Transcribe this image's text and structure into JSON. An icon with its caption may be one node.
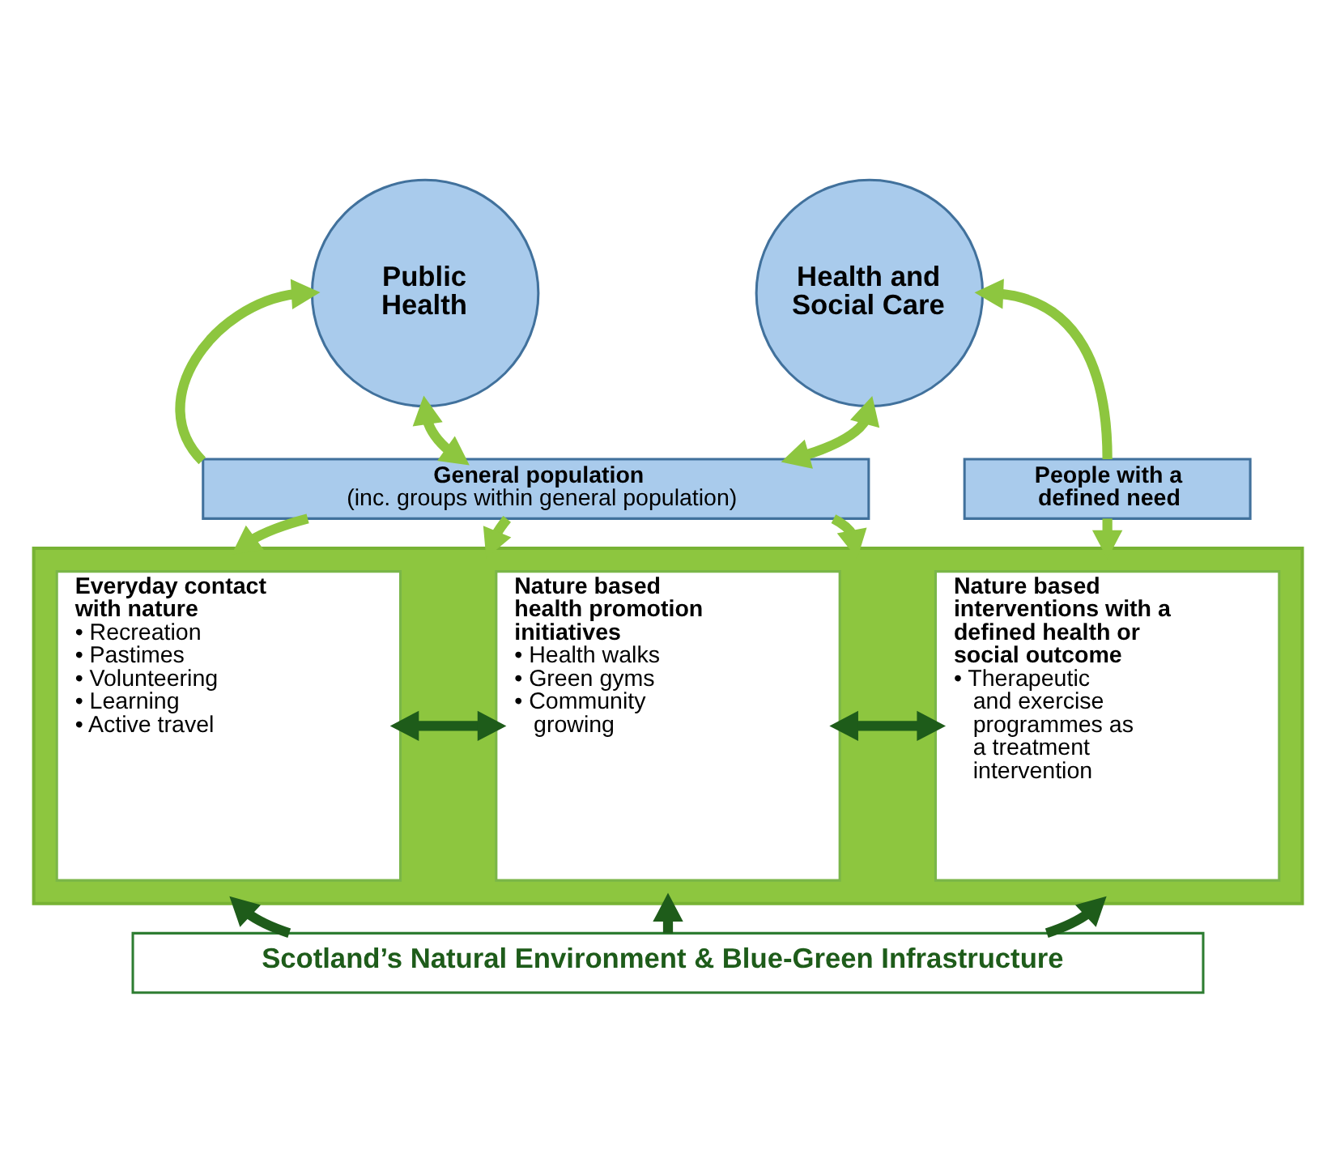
{
  "diagram": {
    "nodes": [
      {
        "text": [
          "Public Health"
        ]
      },
      {
        "text": [
          "Health and Social Care"
        ]
      },
      {
        "text": [
          "General population",
          "(inc. groups within general population)"
        ]
      },
      {
        "text": [
          "People with a defined need"
        ]
      },
      {
        "text": [],
        "shape": "box"
      },
      {
        "text": [
          "Everyday contact with nature",
          "• Recreation",
          "• Pastimes",
          "• Volunteering",
          "• Learning",
          "• Active travel"
        ],
        "in": 4
      },
      {
        "text": [
          "Nature based health promotion initiatives",
          "• Health walks",
          "• Green gyms",
          "• Community growing"
        ],
        "in": 4
      },
      {
        "text": [
          "Nature based interventions with a defined health or social outcome",
          "• Therapeutic and exercise programmes as a treatment intervention"
        ],
        "in": 4
      },
      {
        "text": [
          "Scotland’s Natural Environment & Blue-Green Infrastructure"
        ]
      }
    ],
    "edges": [
      {
        "from": 2,
        "to": 0,
        "arrow": "to"
      },
      {
        "from": 2,
        "to": 0,
        "arrow": "both"
      },
      {
        "from": 2,
        "to": 1,
        "arrow": "both"
      },
      {
        "from": 3,
        "to": 1,
        "arrow": "to"
      },
      {
        "from": 2,
        "to": 4,
        "arrow": "to"
      },
      {
        "from": 2,
        "to": 4,
        "arrow": "to"
      },
      {
        "from": 2,
        "to": 4,
        "arrow": "to"
      },
      {
        "from": 3,
        "to": 4,
        "arrow": "to"
      },
      {
        "from": 5,
        "to": 6,
        "arrow": "both",
        "color": "#1e5c1a"
      },
      {
        "from": 6,
        "to": 7,
        "arrow": "both",
        "color": "#1e5c1a"
      },
      {
        "from": 8,
        "to": 4,
        "arrow": "to",
        "color": "#1e5c1a"
      },
      {
        "from": 8,
        "to": 4,
        "arrow": "to",
        "color": "#1e5c1a"
      },
      {
        "from": 8,
        "to": 4,
        "arrow": "to",
        "color": "#1e5c1a"
      }
    ]
  }
}
